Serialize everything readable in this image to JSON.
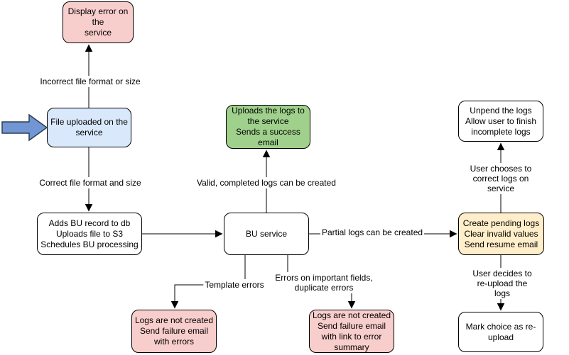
{
  "diagram": {
    "nodes": {
      "display_error": {
        "text": "Display error on the\nservice",
        "fill": "#f8cecc"
      },
      "file_uploaded": {
        "text": "File uploaded on the\nservice",
        "fill": "#dae8fc"
      },
      "adds_bu_record": {
        "text": "Adds BU record to db\nUploads file to S3\nSchedules BU processing",
        "fill": "#ffffff"
      },
      "bu_service": {
        "text": "BU service",
        "fill": "#ffffff"
      },
      "uploads_logs": {
        "text": "Uploads the logs to\nthe service\nSends a success\nemail",
        "fill": "#9fd18c"
      },
      "unpend_logs": {
        "text": "Unpend the logs\nAllow user to finish\nincomplete logs",
        "fill": "#ffffff"
      },
      "create_pending": {
        "text": "Create pending logs\nClear invalid values\nSend resume email",
        "fill": "#ffeec9"
      },
      "mark_reupload": {
        "text": "Mark choice as re-\nupload",
        "fill": "#ffffff"
      },
      "logs_not_created_errors": {
        "text": "Logs are not created\nSend failure email\nwith errors",
        "fill": "#f8cecc"
      },
      "logs_not_created_summary": {
        "text": "Logs are not created\nSend failure email\nwith link to error\nsummary",
        "fill": "#f8cecc"
      }
    },
    "edge_labels": {
      "incorrect_file": "Incorrect file format or size",
      "correct_file": "Correct file format and size",
      "valid_completed": "Valid, completed logs can be created",
      "partial_logs": "Partial logs can be created",
      "template_errors": "Template errors",
      "important_fields": "Errors on important fields,\nduplicate errors",
      "user_corrects": "User chooses to correct logs on service",
      "user_reuploads": "User decides to re-upload the logs"
    },
    "colors": {
      "edge_stroke": "#000000",
      "node_border": "#000000",
      "entry_arrow_fill": "#7295d4",
      "entry_arrow_stroke": "#2d3e50",
      "error_fill": "#f8cecc",
      "entry_fill": "#dae8fc",
      "success_fill": "#9fd18c",
      "pending_fill": "#ffeec9"
    }
  }
}
